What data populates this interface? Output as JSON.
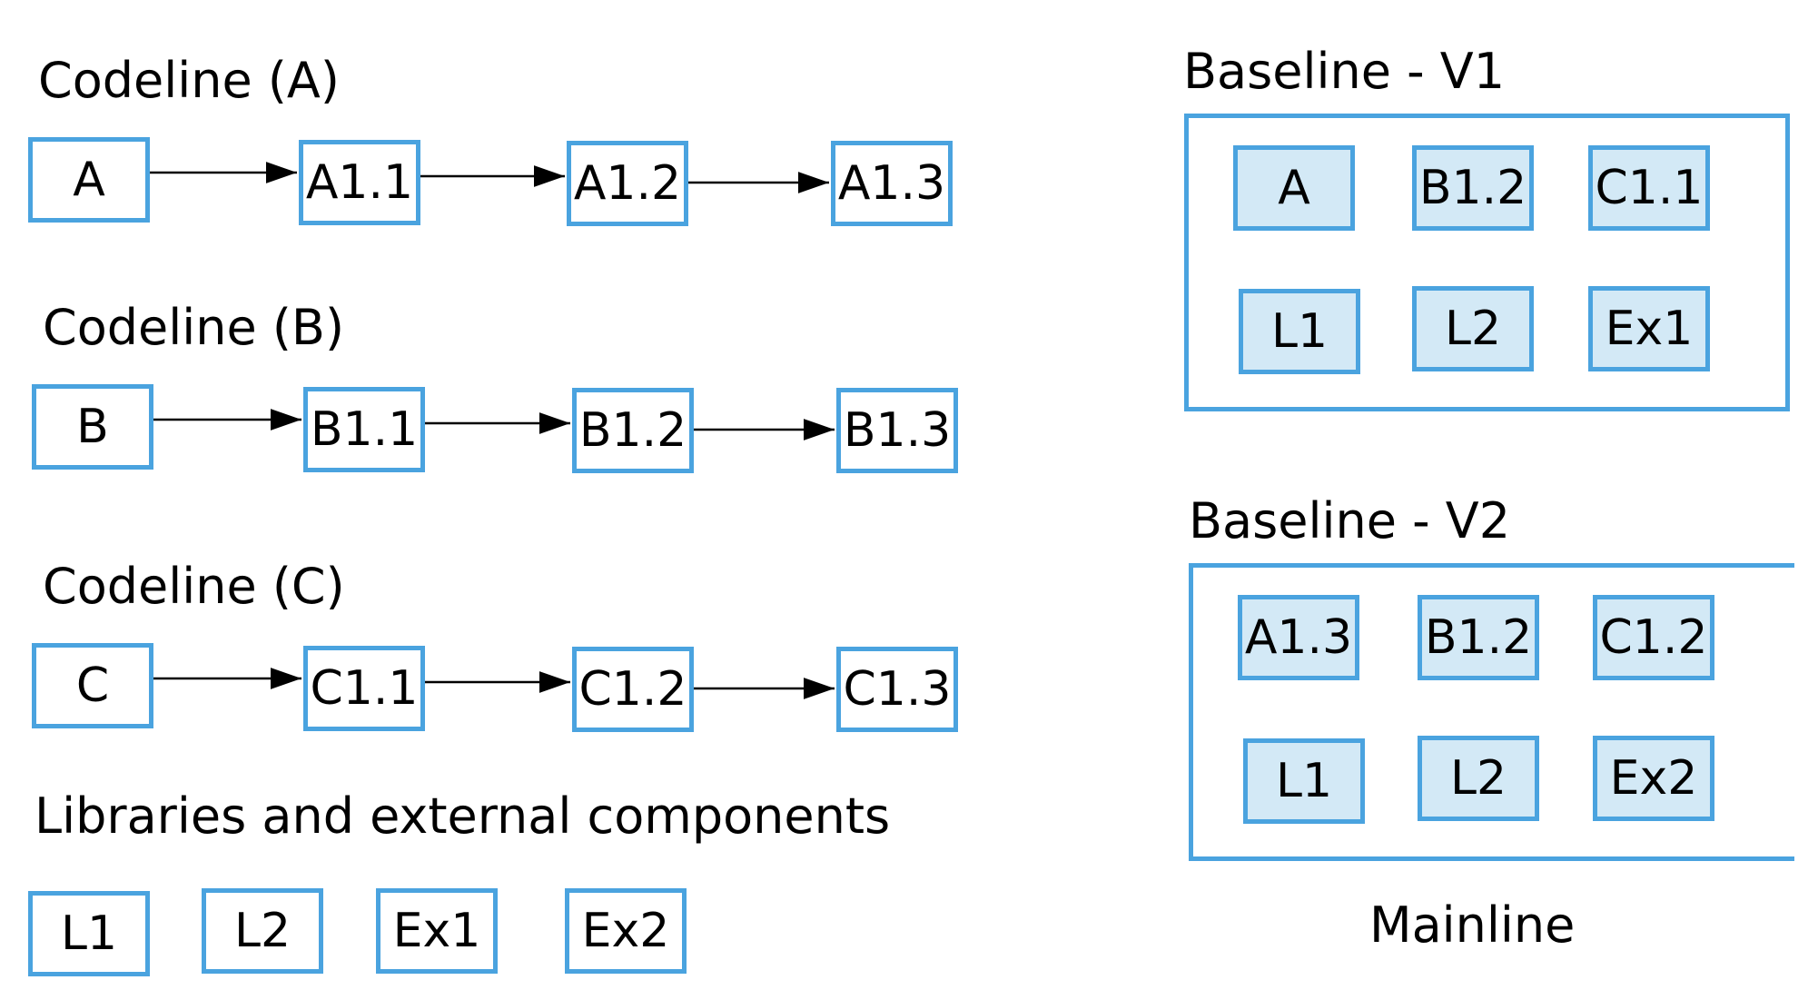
{
  "codelines": [
    {
      "title": "Codeline (A)",
      "versions": [
        "A",
        "A1.1",
        "A1.2",
        "A1.3"
      ]
    },
    {
      "title": "Codeline (B)",
      "versions": [
        "B",
        "B1.1",
        "B1.2",
        "B1.3"
      ]
    },
    {
      "title": "Codeline (C)",
      "versions": [
        "C",
        "C1.1",
        "C1.2",
        "C1.3"
      ]
    }
  ],
  "libraries": {
    "title": "Libraries and external components",
    "items": [
      "L1",
      "L2",
      "Ex1",
      "Ex2"
    ]
  },
  "baselines": [
    {
      "title": "Baseline - V1",
      "components": [
        "A",
        "B1.2",
        "C1.1",
        "L1",
        "L2",
        "Ex1"
      ]
    },
    {
      "title": "Baseline - V2",
      "components": [
        "A1.3",
        "B1.2",
        "C1.2",
        "L1",
        "L2",
        "Ex2"
      ]
    }
  ],
  "mainline_label": "Mainline",
  "colors": {
    "box_border": "#4aa3df",
    "baseline_fill": "#d3e9f6"
  }
}
